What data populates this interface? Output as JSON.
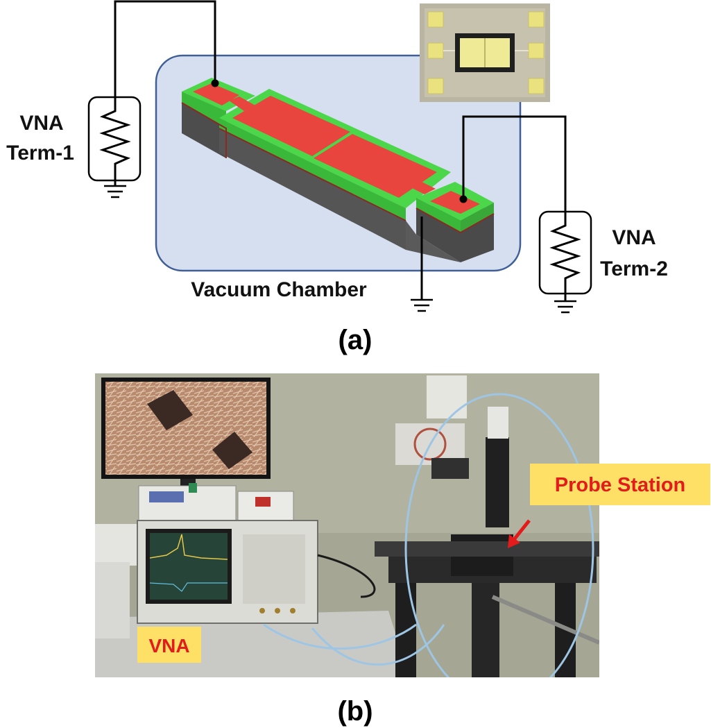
{
  "panel_a": {
    "label": "(a)",
    "term1": {
      "line1": "VNA",
      "line2": "Term-1"
    },
    "term2": {
      "line1": "VNA",
      "line2": "Term-2"
    },
    "chamber_label": "Vacuum Chamber"
  },
  "panel_b": {
    "label": "(b)",
    "vna_callout": "VNA",
    "probe_callout": "Probe Station"
  },
  "colors": {
    "chamber_fill": "#d6dff0",
    "chamber_stroke": "#3f5f96",
    "electrode": "#e8453f",
    "green_layer": "#4cd64a",
    "substrate": "#575757",
    "callout_bg": "#ffe067",
    "callout_text": "#e31b1b",
    "wire": "#000000"
  },
  "icons": [
    "resistor-icon",
    "ground-icon",
    "arrow-icon"
  ]
}
